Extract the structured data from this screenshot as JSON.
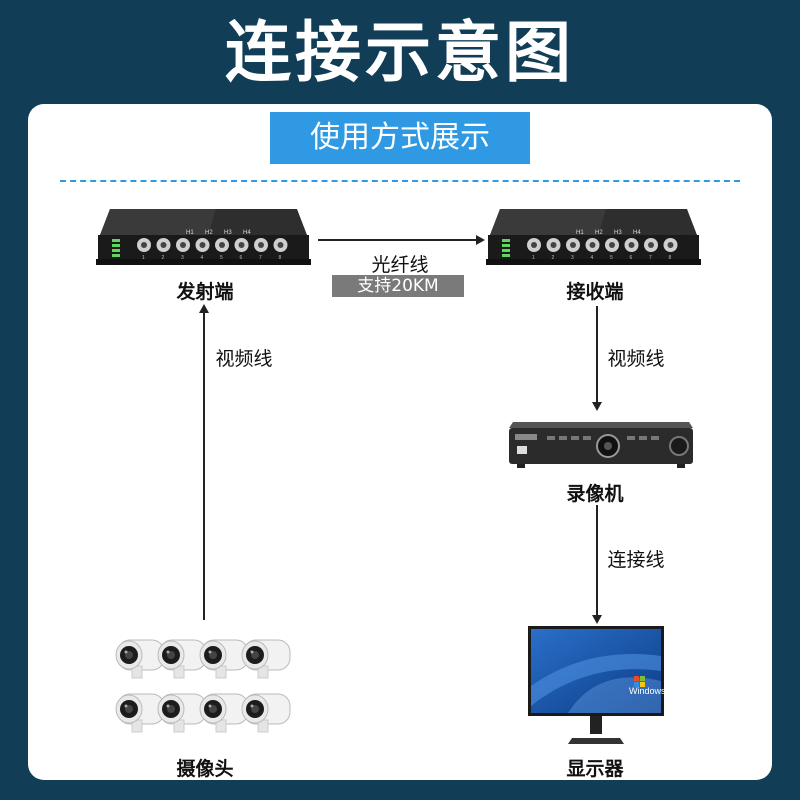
{
  "header": {
    "title": "连接示意图"
  },
  "section": {
    "subtitle": "使用方式展示"
  },
  "nodes": {
    "transmitter": "发射端",
    "receiver": "接收端",
    "recorder": "录像机",
    "monitor": "显示器",
    "camera": "摄像头"
  },
  "links": {
    "fiber": "光纤线",
    "fiber_range": "支持20KM",
    "video_left": "视频线",
    "video_right": "视频线",
    "connect": "连接线"
  },
  "device": {
    "ports": [
      "1",
      "2",
      "3",
      "4",
      "5",
      "6",
      "7",
      "8"
    ],
    "groups": [
      "H1",
      "H2",
      "H3",
      "H4"
    ]
  },
  "screen": {
    "os_text": "Windows"
  },
  "colors": {
    "background": "#123d57",
    "accent": "#2f9ae3",
    "panel": "#ffffff"
  }
}
